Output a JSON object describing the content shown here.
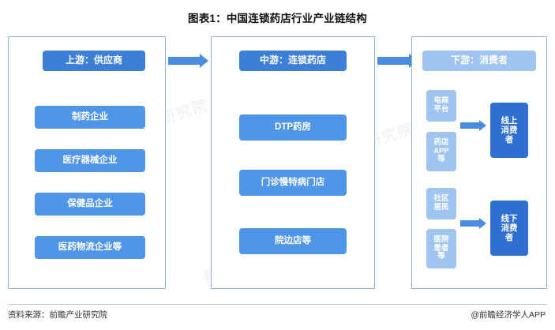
{
  "title": "图表1：中国连锁药店行业产业链结构",
  "footer": {
    "source": "资料来源：前瞻产业研究院",
    "brand": "@前瞻经济学人APP"
  },
  "watermarks": [
    "前瞻产业研究院",
    "前瞻产业研究院",
    "前瞻产业研究院"
  ],
  "colors": {
    "header_blue": "#3d7fd6",
    "item_blue": "#4f95e8",
    "pale_blue": "#9ec4ef",
    "deep_blue": "#2f6fd0",
    "panel_border": "#8eb4e3",
    "arrow": "#4a8de0"
  },
  "upstream": {
    "header": "上游：供应商",
    "items": [
      "制药企业",
      "医疗器械企业",
      "保健品企业",
      "医药物流企业等"
    ]
  },
  "midstream": {
    "header": "中游：连锁药店",
    "items": [
      "DTP药房",
      "门诊慢特病门店",
      "院边店等"
    ]
  },
  "downstream": {
    "header": "下游：消费者",
    "groups": [
      {
        "sources": [
          "电商\n平台",
          "药店\nAPP\n等"
        ],
        "target": "线上\n消费\n者"
      },
      {
        "sources": [
          "社区\n居民",
          "医院\n患者\n等"
        ],
        "target": "线下\n消费\n者"
      }
    ]
  }
}
